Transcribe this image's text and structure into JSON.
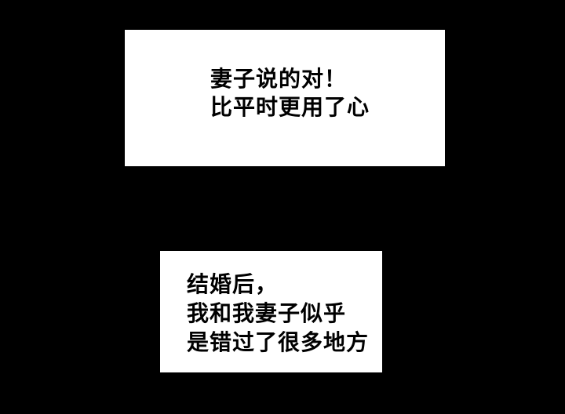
{
  "page": {
    "background_color": "#000000"
  },
  "captions": [
    {
      "lines": [
        "妻子说的对！",
        "比平时更用了心"
      ],
      "box_color": "#ffffff",
      "text_color": "#000000"
    },
    {
      "lines": [
        "结婚后，",
        "我和我妻子似乎",
        "是错过了很多地方"
      ],
      "box_color": "#ffffff",
      "text_color": "#000000"
    }
  ]
}
